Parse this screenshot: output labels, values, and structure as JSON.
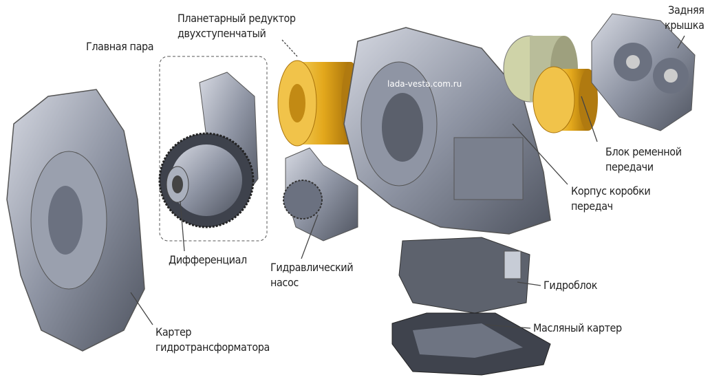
{
  "watermark": "lada-vesta.com.ru",
  "labels": {
    "planetary": [
      "Планетарный редуктор",
      "двухступенчатый"
    ],
    "main_pair": "Главная пара",
    "rear_cover": [
      "Задняя",
      "крышка"
    ],
    "belt_block": [
      "Блок ременной",
      "передачи"
    ],
    "gearbox_housing": [
      "Корпус коробки",
      "передач"
    ],
    "hydraulic_pump": [
      "Гидравлический",
      "насос"
    ],
    "differential": "Дифференциал",
    "valve_body": "Гидроблок",
    "oil_pan": "Масляный картер",
    "converter_housing": [
      "Картер",
      "гидротрансформатора"
    ]
  },
  "colors": {
    "metal": "#8e94a3",
    "metal_dark": "#5b606c",
    "gold": "#e3a81c",
    "line": "#444444"
  }
}
